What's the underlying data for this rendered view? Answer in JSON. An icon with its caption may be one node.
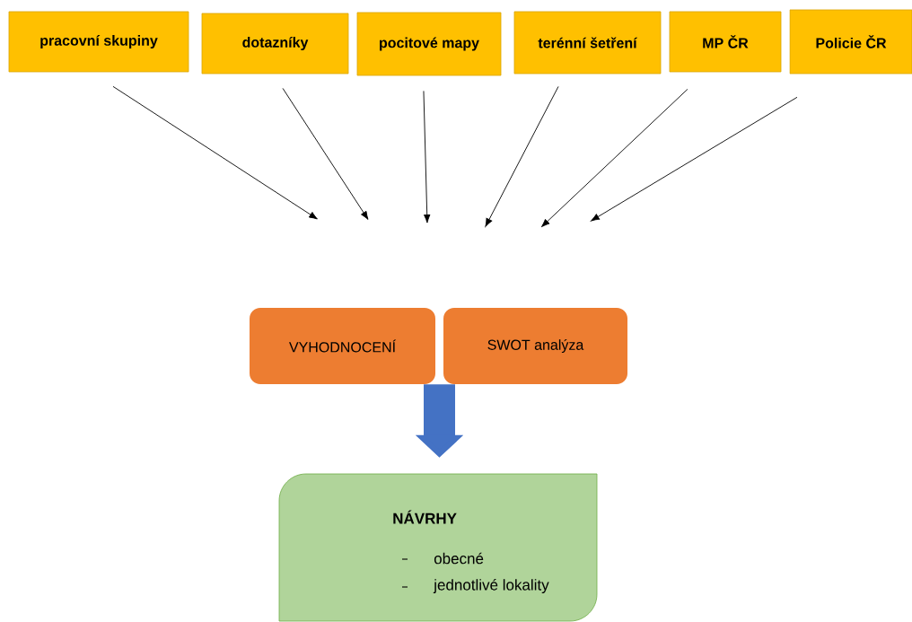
{
  "diagram": {
    "nodes": [
      {
        "text": [
          "pracovní skupiny"
        ]
      },
      {
        "text": [
          "dotazníky"
        ]
      },
      {
        "text": [
          "pocitové mapy"
        ]
      },
      {
        "text": [
          "terénní šetření"
        ]
      },
      {
        "text": [
          "MP ČR"
        ]
      },
      {
        "text": [
          "Policie ČR"
        ]
      },
      {
        "text": [
          "VYHODNOCENÍ"
        ]
      },
      {
        "text": [
          "SWOT analýza"
        ]
      },
      {
        "text": [
          "NÁVRHY",
          "obecné",
          "jednotlivé lokality"
        ]
      }
    ],
    "edges": [
      {
        "from": 0,
        "to": null,
        "arrow": "to"
      },
      {
        "from": 1,
        "to": null,
        "arrow": "to"
      },
      {
        "from": 2,
        "to": null,
        "arrow": "to"
      },
      {
        "from": 3,
        "to": null,
        "arrow": "to"
      },
      {
        "from": 4,
        "to": null,
        "arrow": "to"
      },
      {
        "from": 5,
        "to": null,
        "arrow": "to"
      },
      {
        "from": 6,
        "to": 8,
        "arrow": "to",
        "style": "thick",
        "color": "#4472c4"
      },
      {
        "from": 7,
        "to": 8,
        "arrow": "to",
        "style": "thick",
        "color": "#4472c4"
      }
    ]
  }
}
